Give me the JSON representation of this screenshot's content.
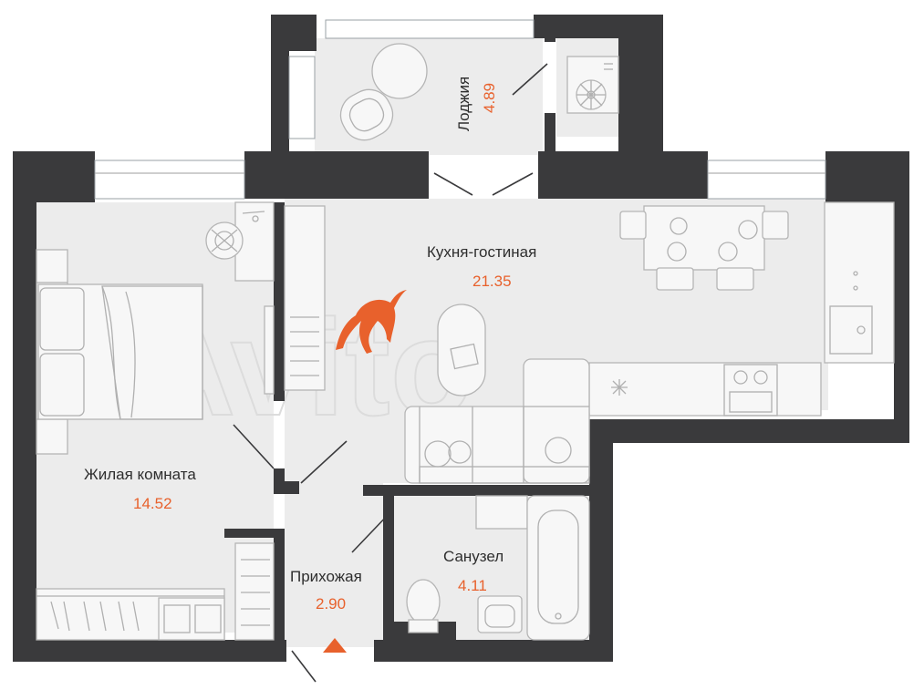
{
  "colors": {
    "wall": "#3a3a3c",
    "floor": "#ececec",
    "accent": "#e8612c"
  },
  "watermark": "Avito",
  "rooms": {
    "loggia": {
      "name": "Лоджия",
      "area": "4.89"
    },
    "kitchen": {
      "name": "Кухня-гостиная",
      "area": "21.35"
    },
    "living": {
      "name": "Жилая комната",
      "area": "14.52"
    },
    "hall": {
      "name": "Прихожая",
      "area": "2.90"
    },
    "bath": {
      "name": "Санузел",
      "area": "4.11"
    }
  }
}
